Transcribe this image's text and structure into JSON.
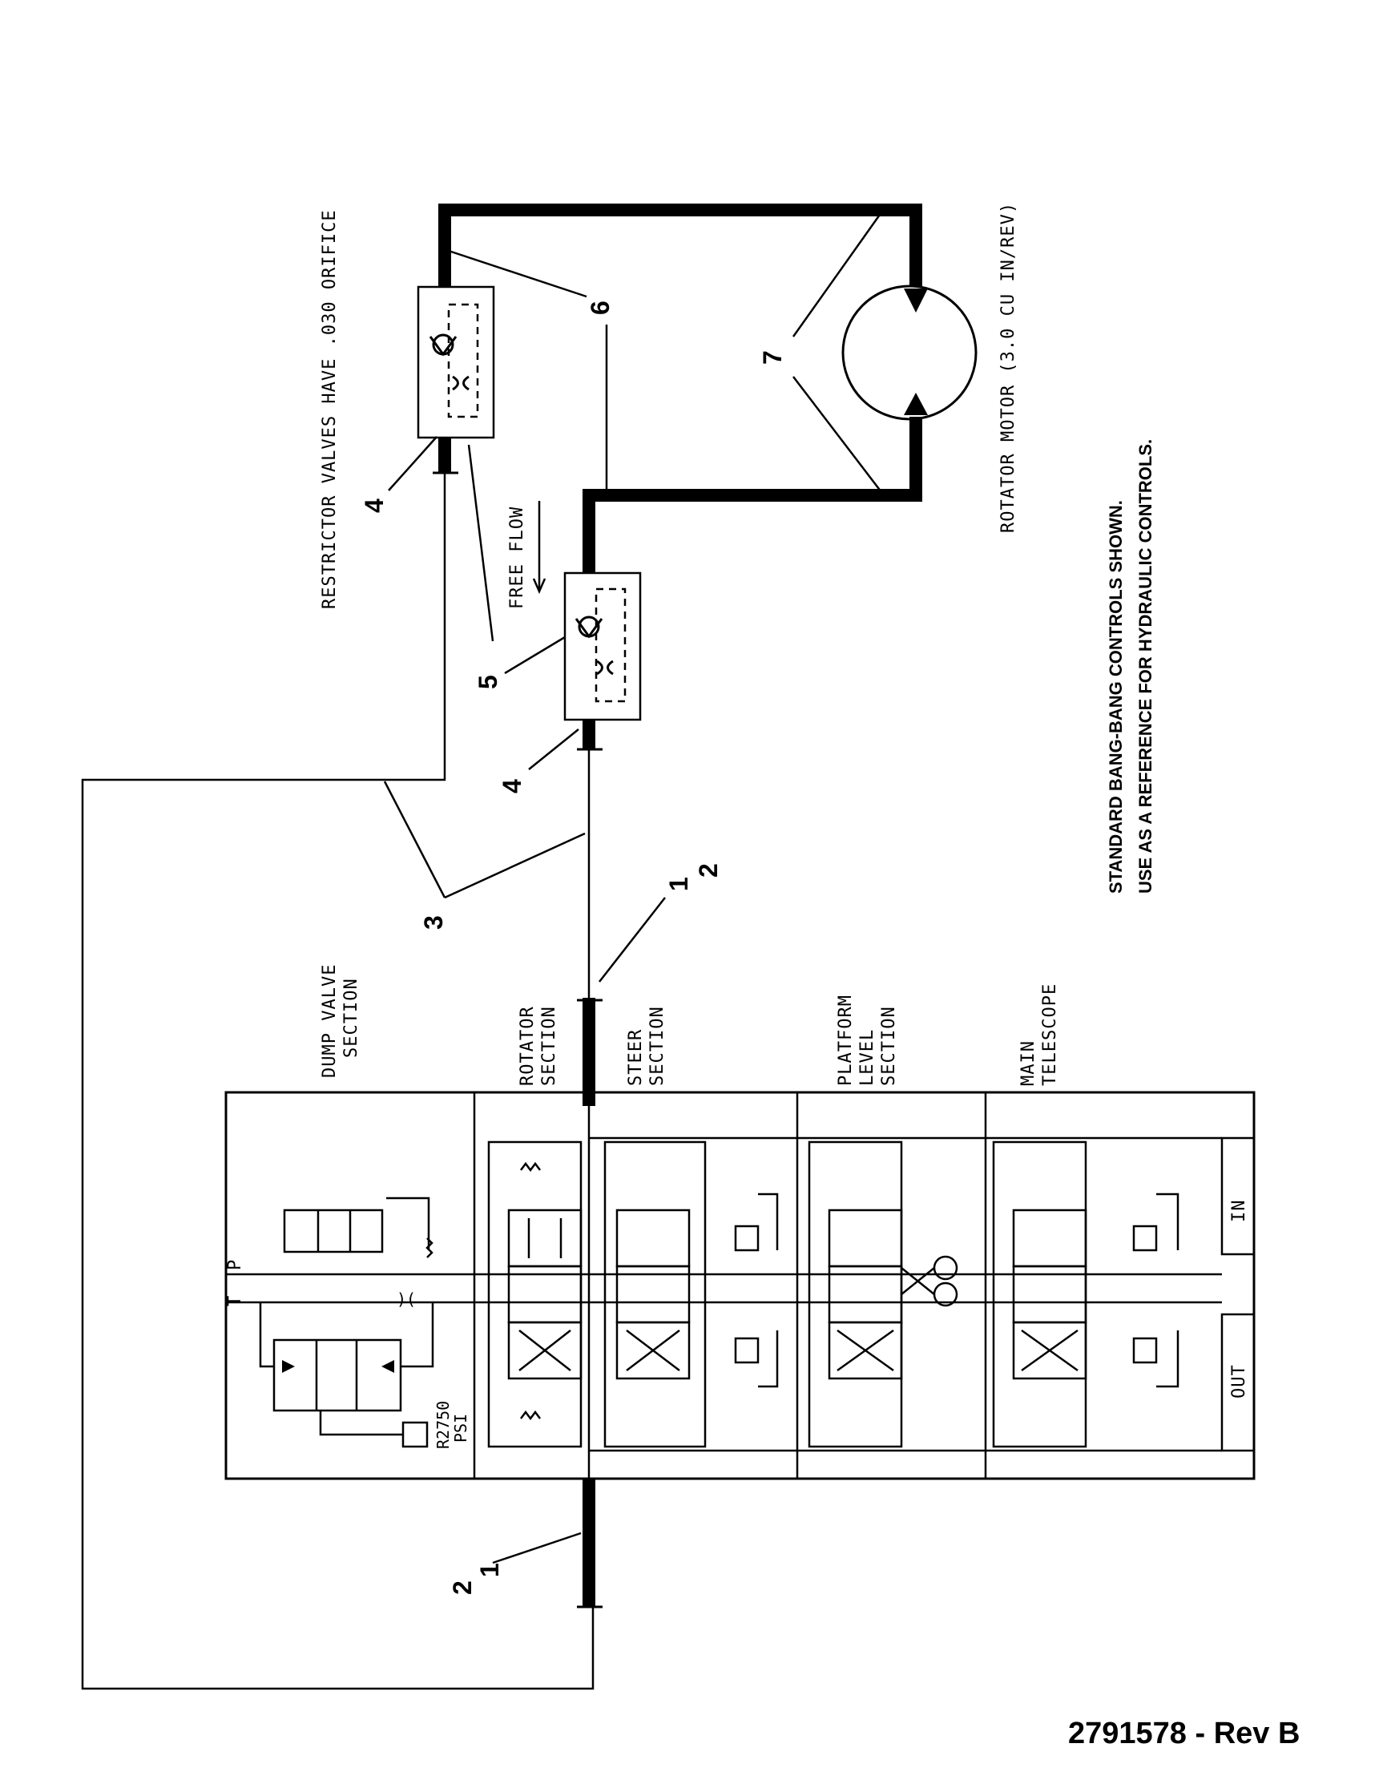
{
  "labels": {
    "restrictor_note": "RESTRICTOR VALVES HAVE .030 ORIFICE",
    "free_flow": "FREE FLOW",
    "rotator_motor": "ROTATOR MOTOR (3.0 CU IN/REV)",
    "note_line1": "STANDARD BANG-BANG CONTROLS SHOWN.",
    "note_line2": "USE AS A REFERENCE FOR HYDRAULIC CONTROLS.",
    "dump_valve_line1": "DUMP VALVE",
    "dump_valve_line2": "SECTION",
    "rotator_line1": "ROTATOR",
    "rotator_line2": "SECTION",
    "steer_line1": "STEER",
    "steer_line2": "SECTION",
    "platform_line1": "PLATFORM",
    "platform_line2": "LEVEL",
    "platform_line3": "SECTION",
    "main_line1": "MAIN",
    "main_line2": "TELESCOPE",
    "port_p": "P",
    "port_t": "T",
    "port_in": "IN",
    "port_out": "OUT",
    "relief_line1": "R2750",
    "relief_line2": "PSI"
  },
  "callouts": {
    "c1": "1",
    "c2": "2",
    "c3": "3",
    "c4": "4",
    "c5": "5",
    "c6": "6",
    "c7": "7"
  },
  "document_number": "2791578 - Rev B"
}
